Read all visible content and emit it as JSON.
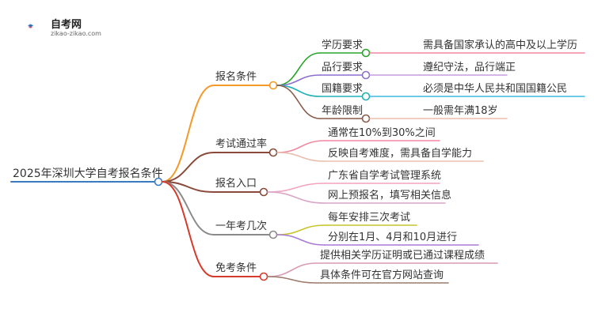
{
  "logo": {
    "title": "自考网",
    "url": "zikao-zikao.com"
  },
  "root": "2025年深圳大学自考报名条件",
  "branches": [
    {
      "label": "报名条件",
      "color": "#f39a2b",
      "children": [
        {
          "label": "学历要求",
          "color": "#2aa52a",
          "detail": "需具备国家承认的高中及以上学历",
          "detail_color": "#f2879f"
        },
        {
          "label": "品行要求",
          "color": "#8b6fd1",
          "detail": "遵纪守法，品行端正",
          "detail_color": "#c79ce0"
        },
        {
          "label": "国籍要求",
          "color": "#1fb0b5",
          "detail": "必须是中华人民共和国国籍公民",
          "detail_color": "#3fb8e0"
        },
        {
          "label": "年龄限制",
          "color": "#8a5a4a",
          "detail": "一般需年满18岁",
          "detail_color": "#e8bfae"
        }
      ]
    },
    {
      "label": "考试通过率",
      "color": "#8a4a3a",
      "children": [
        {
          "label": "通常在10%到30%之间",
          "color": "#f2879f"
        },
        {
          "label": "反映自考难度，需具备自学能力",
          "color": "#e8bfae"
        }
      ]
    },
    {
      "label": "报名入口",
      "color": "#8a4a3a",
      "children": [
        {
          "label": "广东省自学考试管理系统",
          "color": "#f2a3c0"
        },
        {
          "label": "网上预报名，填写相关信息",
          "color": "#d9a6c6"
        }
      ]
    },
    {
      "label": "一年考几次",
      "color": "#8a8a8a",
      "children": [
        {
          "label": "每年安排三次考试",
          "color": "#c9c42a"
        },
        {
          "label": "分别在1月、4月和10月进行",
          "color": "#a77ad6"
        }
      ]
    },
    {
      "label": "免考条件",
      "color": "#d63a2a",
      "children": [
        {
          "label": "提供相关学历证明或已通过课程成绩",
          "color": "#d99ab3"
        },
        {
          "label": "具体条件可在官方网站查询",
          "color": "#9a7a6a"
        }
      ]
    }
  ]
}
